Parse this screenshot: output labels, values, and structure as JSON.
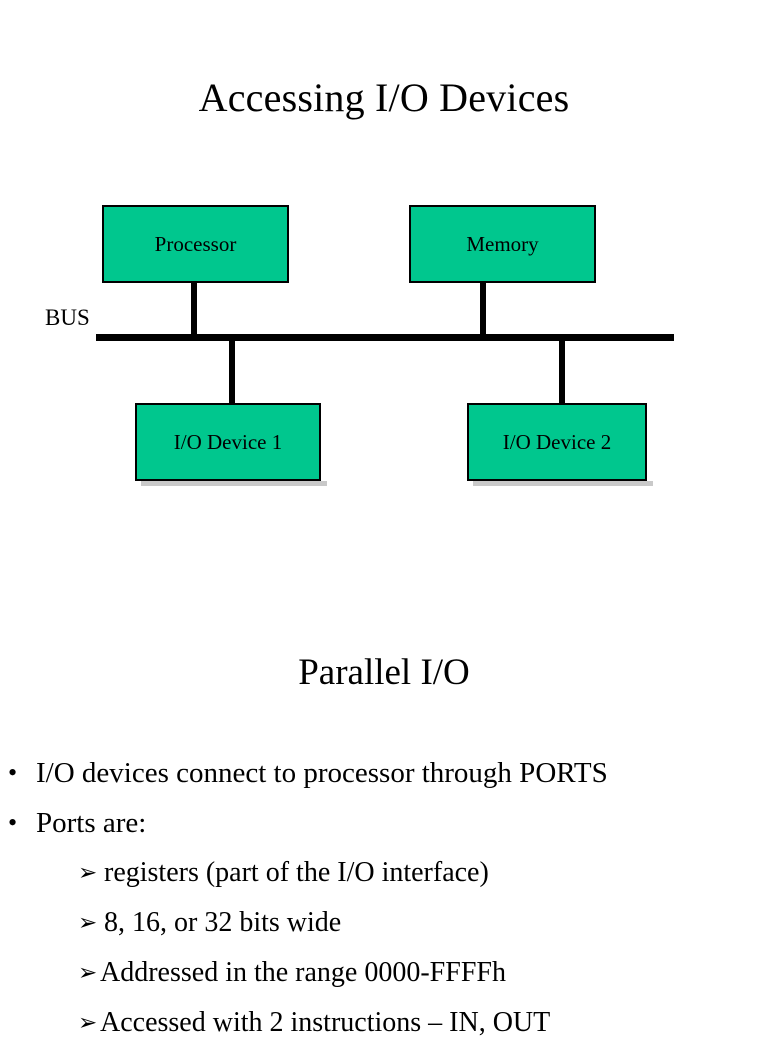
{
  "slide": {
    "title": "Accessing I/O Devices",
    "section_heading": "Parallel I/O"
  },
  "diagram": {
    "bus_label": "BUS",
    "box_fill_color": "#00C78E",
    "box_border_color": "#000000",
    "nodes": [
      {
        "id": "processor",
        "label": "Processor"
      },
      {
        "id": "memory",
        "label": "Memory"
      },
      {
        "id": "io-device-1",
        "label": "I/O Device 1"
      },
      {
        "id": "io-device-2",
        "label": "I/O Device 2"
      }
    ]
  },
  "bullets": [
    {
      "level": 1,
      "marker": "•",
      "text": "I/O devices connect to processor through PORTS"
    },
    {
      "level": 1,
      "marker": "•",
      "text": "Ports are:"
    },
    {
      "level": 2,
      "marker": "➢",
      "text": "registers (part of the I/O interface)"
    },
    {
      "level": 2,
      "marker": "➢",
      "text": "8, 16, or 32 bits wide"
    },
    {
      "level": 2,
      "marker": "➢",
      "text": "Addressed in the range 0000-FFFFh"
    },
    {
      "level": 2,
      "marker": "➢",
      "text": "Accessed with 2 instructions – IN, OUT"
    }
  ]
}
